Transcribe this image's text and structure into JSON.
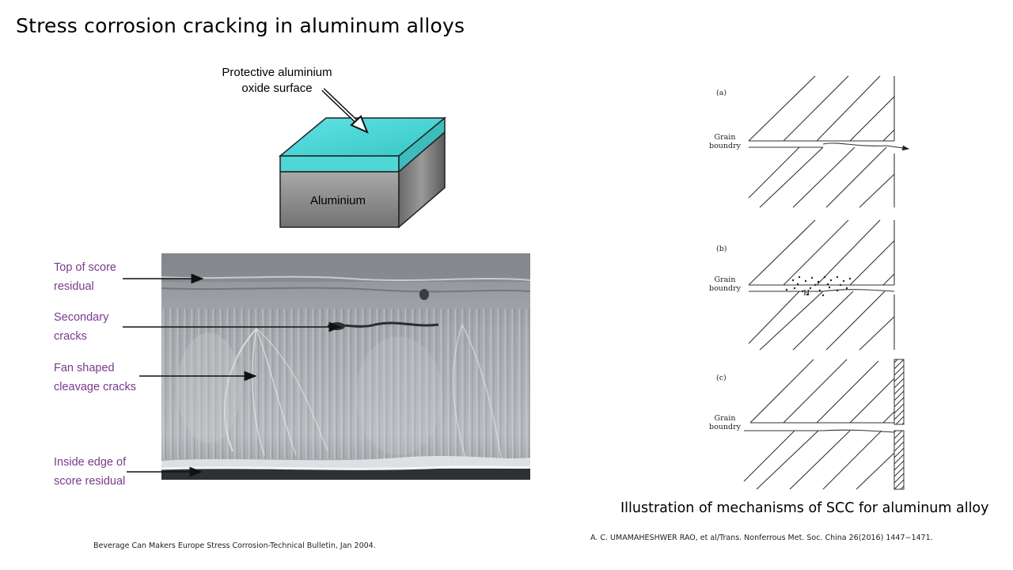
{
  "slide": {
    "title": "Stress corrosion cracking in aluminum alloys"
  },
  "block_diagram": {
    "oxide_label_line1": "Protective aluminium",
    "oxide_label_line2": "oxide surface",
    "metal_label": "Aluminium",
    "colors": {
      "oxide_top": "#4fd6d6",
      "oxide_side": "#3ec4c4",
      "metal_front": "#7e7e7e",
      "metal_side": "#5a5a5a"
    }
  },
  "sem_micrograph": {
    "labels": [
      {
        "line1": "Top of score",
        "line2": "residual"
      },
      {
        "line1": "Secondary",
        "line2": "cracks"
      },
      {
        "line1": "Fan shaped",
        "line2": "cleavage cracks"
      },
      {
        "line1": "Inside edge of",
        "line2": "score residual"
      }
    ],
    "label_color": "#7a3a8c"
  },
  "mechanisms": {
    "panels": [
      {
        "letter": "(a)",
        "gb_line1": "Grain",
        "gb_line2": "boundry"
      },
      {
        "letter": "(b)",
        "gb_line1": "Grain",
        "gb_line2": "boundry",
        "hydrogen": "H"
      },
      {
        "letter": "(c)",
        "gb_line1": "Grain",
        "gb_line2": "boundry"
      }
    ],
    "caption": "Illustration of mechanisms of SCC for aluminum alloy"
  },
  "references": {
    "left": "Beverage Can Makers Europe Stress Corrosion-Technical Bulletin, Jan 2004.",
    "right": "A. C. UMAMAHESHWER RAO, et al/Trans. Nonferrous Met. Soc. China 26(2016) 1447−1471."
  }
}
